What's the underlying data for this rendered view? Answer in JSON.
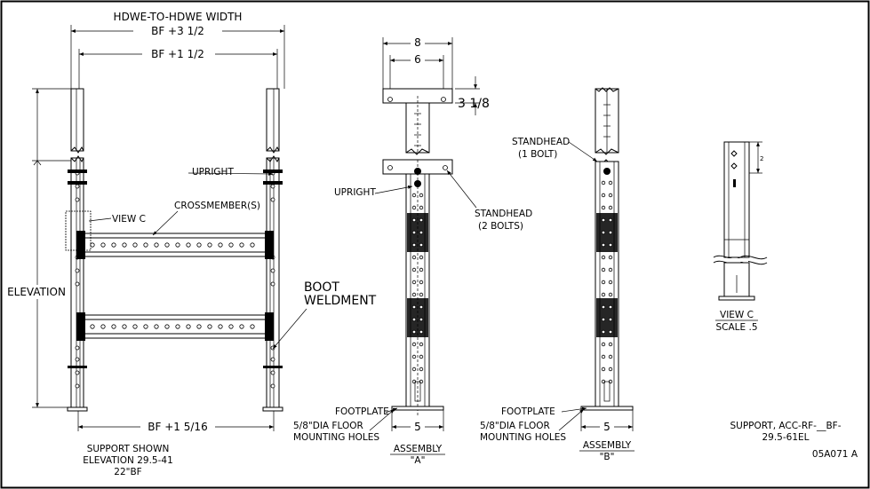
{
  "dimensions": {
    "hdwe_width_l1": "HDWE-TO-HDWE WIDTH",
    "hdwe_width_l2": "BF +3 1/2",
    "bf_plus_1_half": "BF +1 1/2",
    "bf_plus_1_5_16": "BF +1 5/16",
    "elevation": "ELEVATION",
    "a_top_8": "8",
    "a_top_6": "6",
    "a_3_1_8": "3 1/8",
    "a_bottom_5": "5",
    "b_bottom_5": "5",
    "c_dim_2": "2"
  },
  "labels": {
    "upright_front": "UPRIGHT",
    "view_c_callout": "VIEW C",
    "crossmember": "CROSSMEMBER(S)",
    "boot_l1": "BOOT",
    "boot_l2": "WELDMENT",
    "upright_a": "UPRIGHT",
    "standhead_a_l1": "STANDHEAD",
    "standhead_a_l2": "(2 BOLTS)",
    "standhead_b_l1": "STANDHEAD",
    "standhead_b_l2": "(1 BOLT)",
    "footplate_a": "FOOTPLATE",
    "holes_a_l1": "5/8\"DIA FLOOR",
    "holes_a_l2": "MOUNTING HOLES",
    "footplate_b": "FOOTPLATE",
    "holes_b_l1": "5/8\"DIA FLOOR",
    "holes_b_l2": "MOUNTING HOLES"
  },
  "captions": {
    "support_l1": "SUPPORT SHOWN",
    "support_l2": "ELEVATION 29.5-41",
    "support_l3": "22\"BF",
    "assembly_a_l1": "ASSEMBLY",
    "assembly_a_l2": "\"A\"",
    "assembly_b_l1": "ASSEMBLY",
    "assembly_b_l2": "\"B\"",
    "view_c_l1": "VIEW C",
    "view_c_l2": "SCALE .5"
  },
  "title_block": {
    "part_l1": "SUPPORT, ACC-RF-__BF-",
    "part_l2": "29.5-61EL",
    "drawing_no": "05A071 A"
  }
}
